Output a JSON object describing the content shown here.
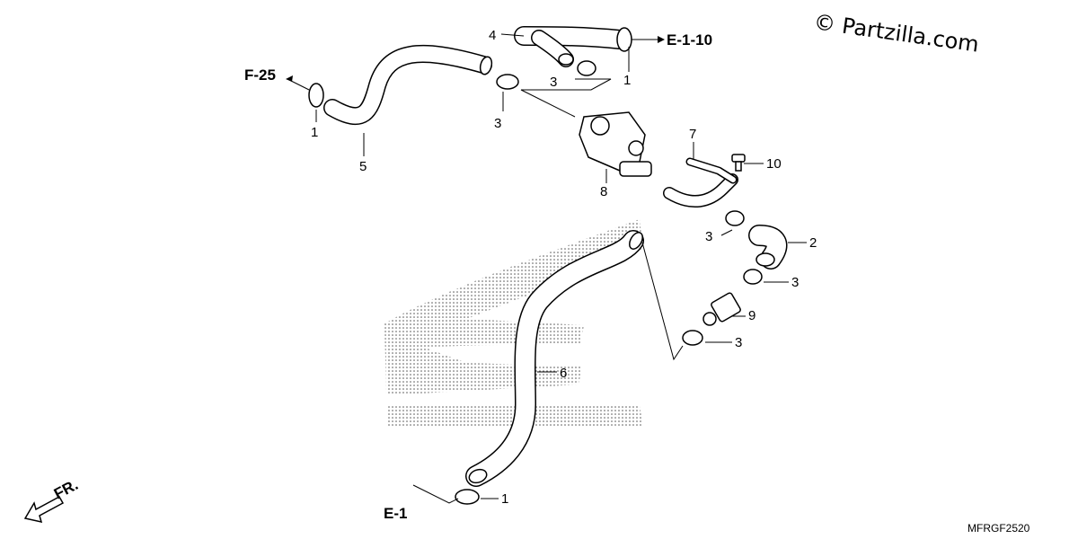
{
  "watermark": "© Partzilla.com",
  "diagram_code": "MFRGF2520",
  "references": {
    "f25": "F-25",
    "e110": "E-1-10",
    "e1": "E-1",
    "front": "FR."
  },
  "callouts": [
    {
      "id": "c1a",
      "text": "1"
    },
    {
      "id": "c1b",
      "text": "1"
    },
    {
      "id": "c1c",
      "text": "1"
    },
    {
      "id": "c2",
      "text": "2"
    },
    {
      "id": "c3a",
      "text": "3"
    },
    {
      "id": "c3b",
      "text": "3"
    },
    {
      "id": "c3c",
      "text": "3"
    },
    {
      "id": "c3d",
      "text": "3"
    },
    {
      "id": "c3e",
      "text": "3"
    },
    {
      "id": "c4",
      "text": "4"
    },
    {
      "id": "c5",
      "text": "5"
    },
    {
      "id": "c6",
      "text": "6"
    },
    {
      "id": "c7",
      "text": "7"
    },
    {
      "id": "c8",
      "text": "8"
    },
    {
      "id": "c9",
      "text": "9"
    },
    {
      "id": "c10",
      "text": "10"
    }
  ],
  "colors": {
    "line": "#000000",
    "background": "#ffffff",
    "pattern": "#555555"
  }
}
